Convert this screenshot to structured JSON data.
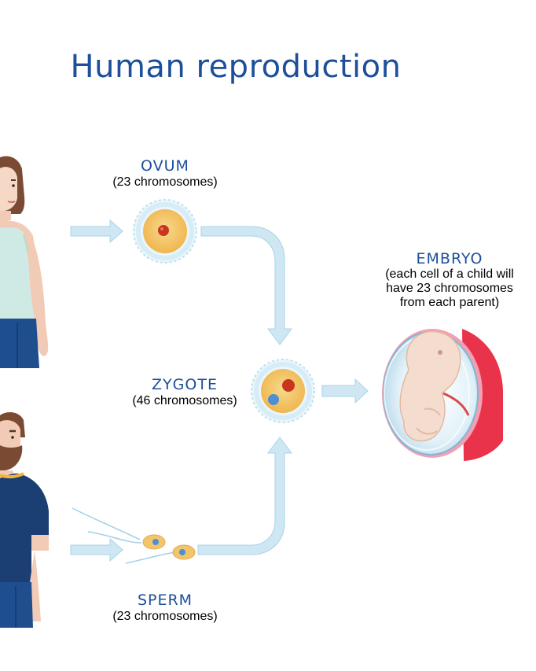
{
  "title": "Human reproduction",
  "labels": {
    "ovum": {
      "name": "OVUM",
      "detail": "(23 chromosomes)"
    },
    "zygote": {
      "name": "ZYGOTE",
      "detail": "(46 chromosomes)"
    },
    "sperm": {
      "name": "SPERM",
      "detail": "(23 chromosomes)"
    },
    "embryo": {
      "name": "EMBRYO",
      "detail_lines": [
        "(each cell of a child will",
        "have 23 chromosomes",
        "from each parent)"
      ]
    }
  },
  "colors": {
    "title": "#1d4f9a",
    "arrow": "#cfe7f3",
    "arrow_edge": "#a9d3ea",
    "cell_yellow": "#f3c56a",
    "nucleus_red": "#c9341f",
    "nucleus_blue": "#4d8fd3",
    "woman_top": "#cfeae4",
    "pants": "#1f4e8f",
    "man_shirt": "#1b3f73",
    "womb_red": "#e9334a"
  }
}
